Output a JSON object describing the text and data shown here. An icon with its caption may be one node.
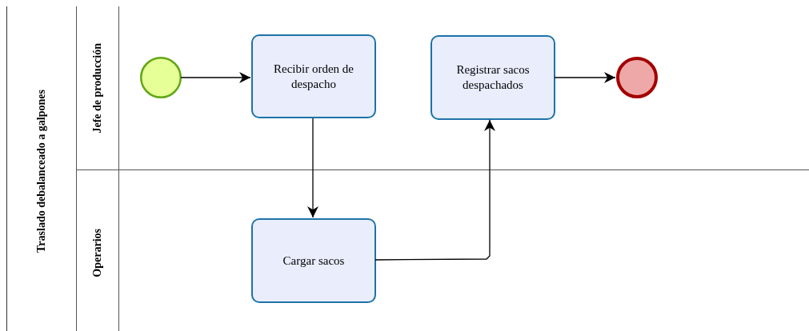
{
  "diagram": {
    "nodes": [
      {
        "text": [
          "Traslado debalanceado a galpones"
        ]
      },
      {
        "text": [
          "Jefe de producción"
        ],
        "in": 0
      },
      {
        "text": [
          "Operarios"
        ],
        "in": 0
      },
      {
        "text": [],
        "shape": "circle",
        "in": 1
      },
      {
        "text": [
          "Recibir orden de despacho"
        ],
        "in": 1
      },
      {
        "text": [
          "Registrar sacos despachados"
        ],
        "in": 1
      },
      {
        "text": [],
        "shape": "circle",
        "in": 1
      },
      {
        "text": [
          "Cargar sacos"
        ],
        "in": 2
      }
    ],
    "edges": [
      {
        "from": 3,
        "to": 4,
        "arrow": "to"
      },
      {
        "from": 4,
        "to": 7,
        "arrow": "to"
      },
      {
        "from": 7,
        "to": 5,
        "arrow": "to"
      },
      {
        "from": 5,
        "to": 6,
        "arrow": "to"
      }
    ]
  }
}
